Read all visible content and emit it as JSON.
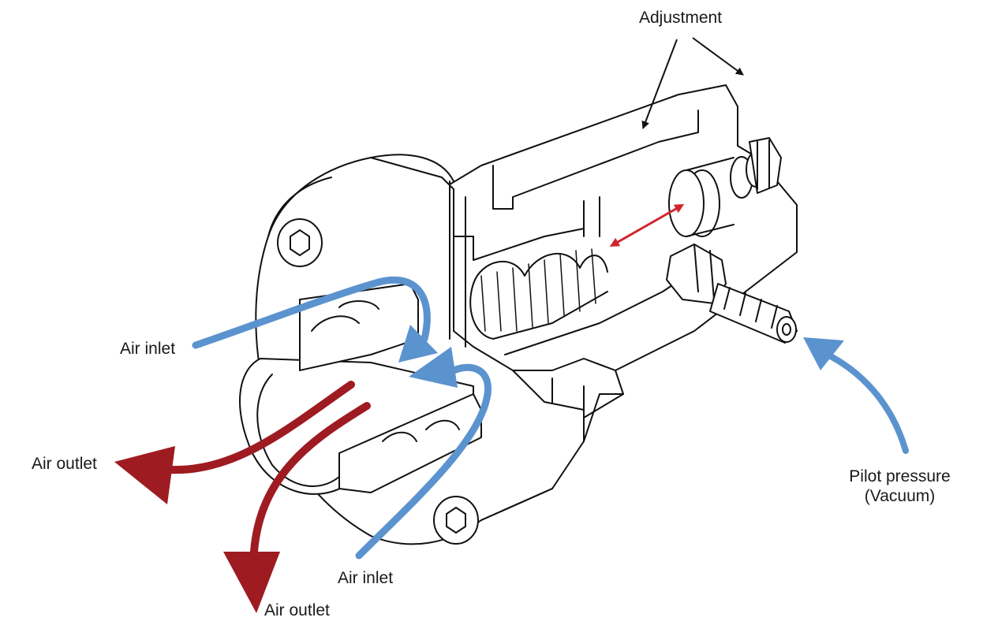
{
  "labels": {
    "adjustment": "Adjustment",
    "air_inlet_left": "Air inlet",
    "air_inlet_bottom": "Air inlet",
    "air_outlet_left": "Air outlet",
    "air_outlet_bottom": "Air outlet",
    "pilot_pressure_line1": "Pilot pressure",
    "pilot_pressure_line2": "(Vacuum)"
  },
  "colors": {
    "inlet_flow": "#5b93cf",
    "outlet_flow": "#9e1b22",
    "adjust_arrow": "#d1242b",
    "linework": "#111111"
  }
}
